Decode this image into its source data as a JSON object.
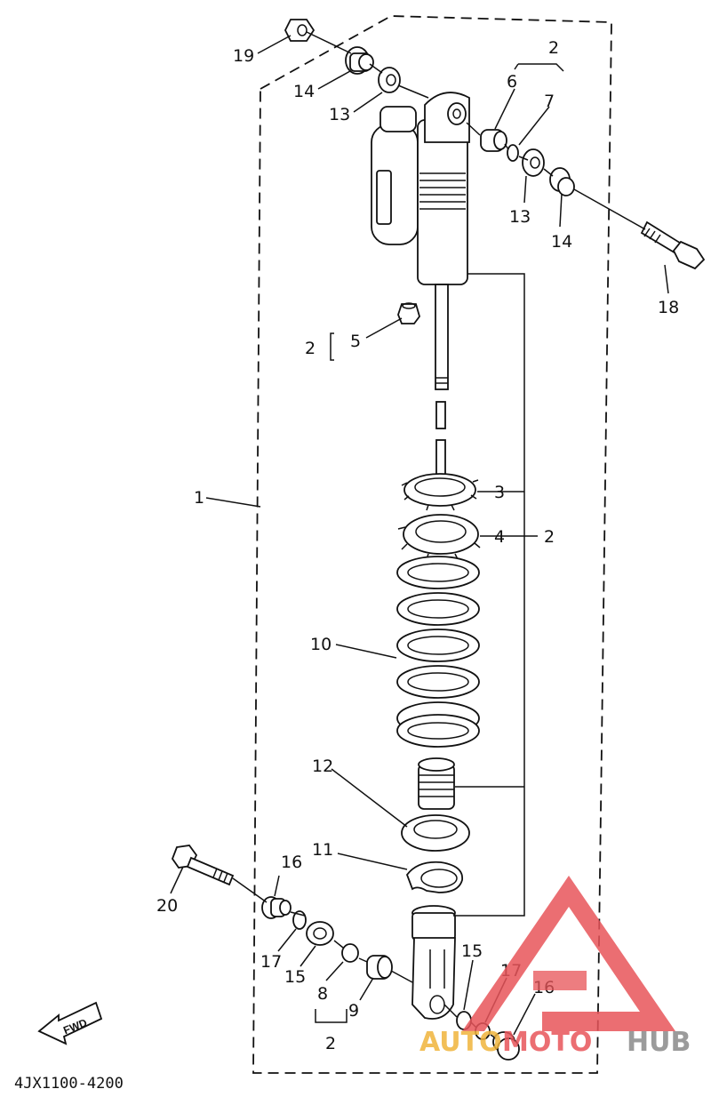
{
  "diagram": {
    "part_labels": {
      "assembly": "1",
      "bearing_group_top": "2",
      "bearing_group_bolt": "2",
      "bearing_group_ring": "2",
      "bearing_group_bottom": "2",
      "ring_nut_top": "3",
      "ring_nut_bottom": "4",
      "bolt_cap": "5",
      "bearing_top": "6",
      "circlip_top": "7",
      "circlip_bottom": "8",
      "bearing_bottom": "9",
      "spring": "10",
      "spring_stopper": "11",
      "spring_guide": "12",
      "oil_seal_left": "13",
      "oil_seal_right": "13",
      "collar_left": "14",
      "collar_right": "14",
      "oil_seal_bottom_left": "15",
      "oil_seal_bottom_right": "15",
      "collar_bottom_left": "16",
      "collar_bottom_right": "16",
      "washer_bottom_left": "17",
      "washer_bottom_right": "17",
      "bolt_top": "18",
      "nut_top": "19",
      "bolt_bottom": "20"
    },
    "fwd_label": "FWD",
    "drawing_code": "4JX1100-4200",
    "watermark": {
      "text_auto": "AUTO",
      "text_moto": "MOTO",
      "text_hub": "HUB",
      "color_red": "#e8555a",
      "color_orange": "#f0b43c",
      "color_gray": "#8a8a8a"
    }
  }
}
